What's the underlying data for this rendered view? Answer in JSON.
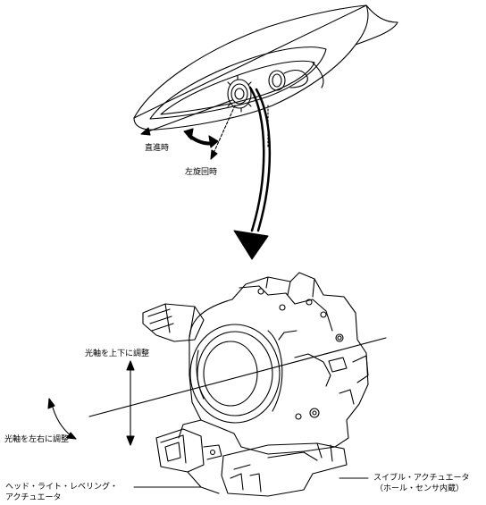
{
  "labels": {
    "straight": "直進時",
    "left_turn": "左旋回時",
    "vertical_adjust": "光軸を上下に調整",
    "horizontal_adjust": "光軸を左右に調整",
    "leveling_actuator_line1": "ヘッド・ライト・レベリング・",
    "leveling_actuator_line2": "アクチュエータ",
    "swivel_actuator_line1": "スイブル・アクチュエータ",
    "swivel_actuator_line2": "（ホール・センサ内蔵）"
  }
}
